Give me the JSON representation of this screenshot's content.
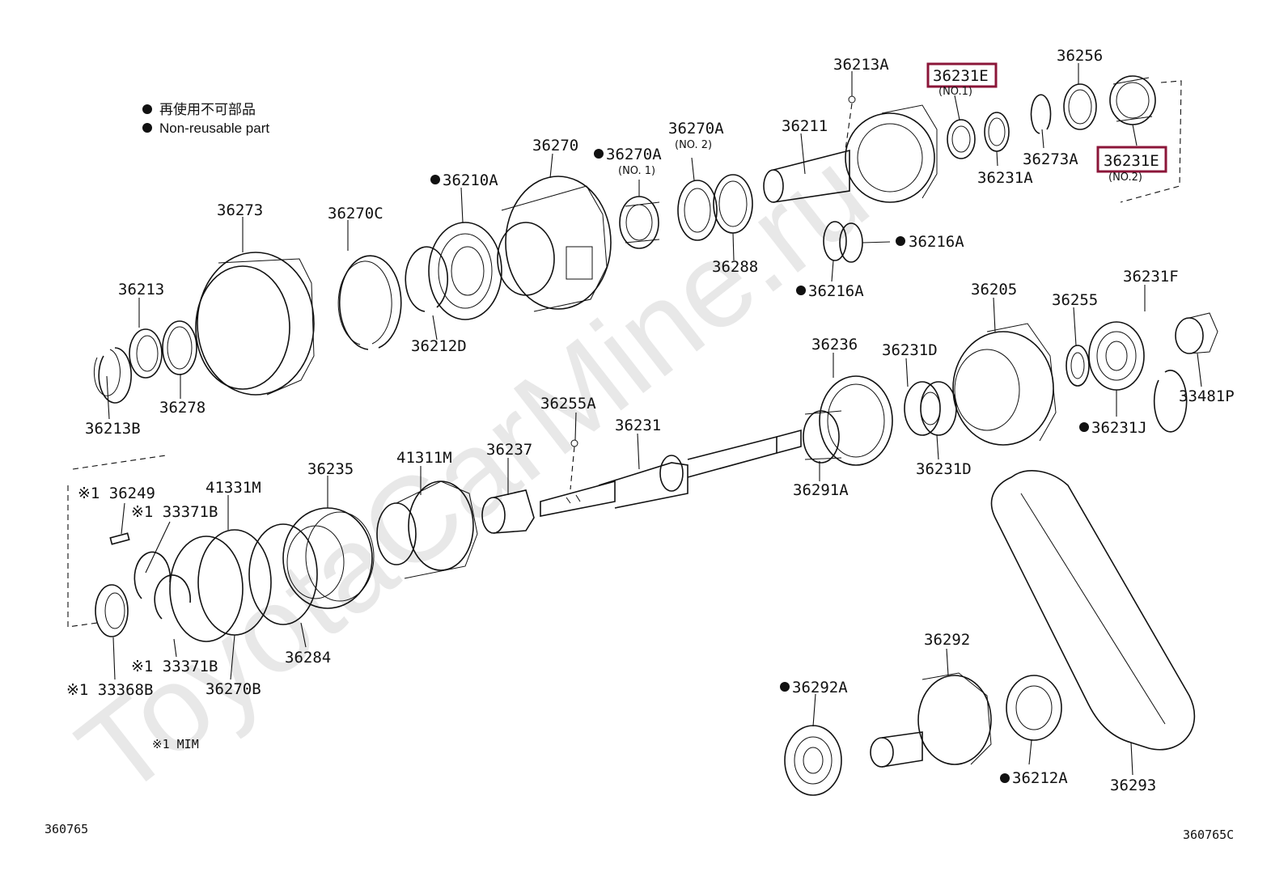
{
  "legend": {
    "japanese": "再使用不可部品",
    "english": "Non-reusable part"
  },
  "watermark": "ToyotaCarMine.ru",
  "note": "※1 MIM",
  "footer_left": "360765",
  "footer_right": "360765C",
  "highlight_color": "#8b1538",
  "labels": {
    "p36213A": "36213A",
    "p36231E_1": "36231E",
    "p36231E_1_sub": "(NO.1)",
    "p36256": "36256",
    "p36231E_2": "36231E",
    "p36231E_2_sub": "(NO.2)",
    "p36273A": "36273A",
    "p36231A": "36231A",
    "p36211": "36211",
    "p36270A_2": "36270A",
    "p36270A_2_sub": "(NO. 2)",
    "p36270A_1": "36270A",
    "p36270A_1_sub": "(NO. 1)",
    "p36270": "36270",
    "p36210A": "36210A",
    "p36216A_r": "36216A",
    "p36216A_l": "36216A",
    "p36288": "36288",
    "p36273": "36273",
    "p36270C": "36270C",
    "p36212D": "36212D",
    "p36213": "36213",
    "p36278": "36278",
    "p36213B": "36213B",
    "p36205": "36205",
    "p36255": "36255",
    "p36231F": "36231F",
    "p33481P": "33481P",
    "p36231J": "36231J",
    "p36236": "36236",
    "p36231D_t": "36231D",
    "p36231D_b": "36231D",
    "p36255A": "36255A",
    "p36231": "36231",
    "p36291A": "36291A",
    "p36237": "36237",
    "p41311M": "41311M",
    "p36235": "36235",
    "p41331M": "41331M",
    "p36249": "※1 36249",
    "p33371B_t": "※1 33371B",
    "p33371B_b": "※1 33371B",
    "p33368B": "※1 33368B",
    "p36284": "36284",
    "p36270B": "36270B",
    "p36292": "36292",
    "p36292A": "36292A",
    "p36212A": "36212A",
    "p36293": "36293"
  }
}
